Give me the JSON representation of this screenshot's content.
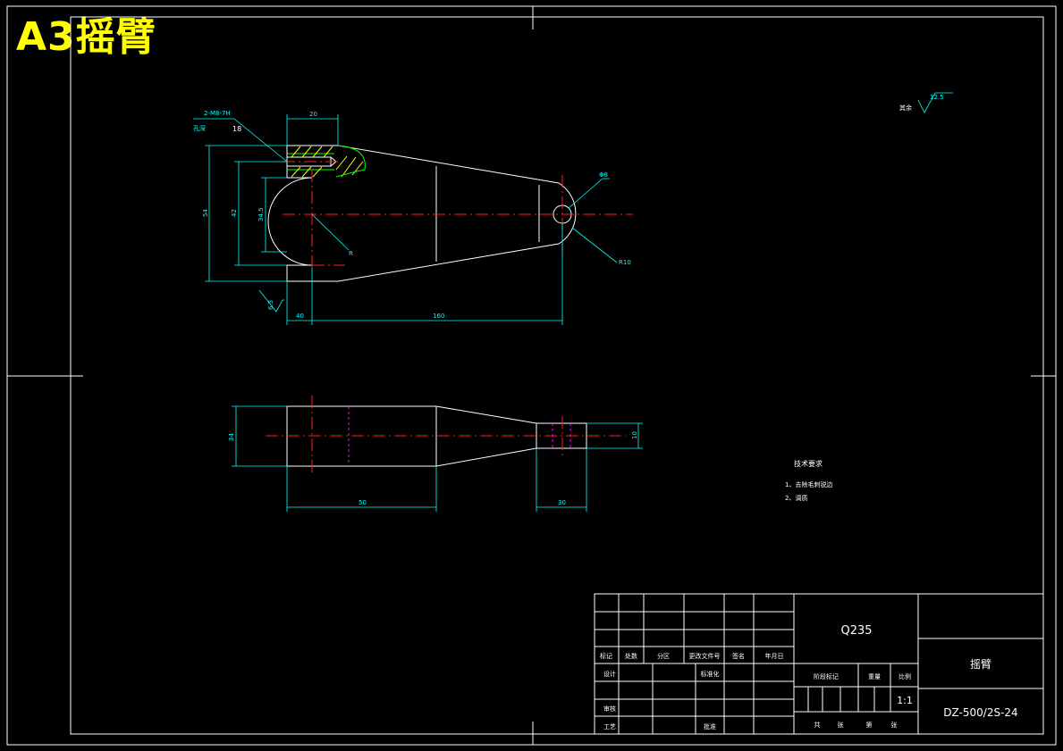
{
  "sheet_title": "A3摇臂",
  "roughness": {
    "label": "其余",
    "value": "12.5"
  },
  "front_view": {
    "thread_callout": "2-M8-7H",
    "thread_depth_label": "孔深",
    "thread_depth_value": "18",
    "dim_top": "20",
    "dim_overall_height": "54",
    "dim_height_2": "42",
    "dim_bore": "34.5",
    "dim_hole": "Φ8",
    "dim_radius_left": "R",
    "dim_radius_right": "R10",
    "dim_left": "40",
    "dim_length": "160",
    "dim_roughness": "6.3"
  },
  "side_view": {
    "dim_height": "34",
    "dim_end": "10",
    "dim_bottom_left": "50",
    "dim_bottom_right": "30"
  },
  "notes": {
    "title": "技术要求",
    "items": [
      "1、去除毛刺锐边",
      "2、调质"
    ]
  },
  "title_block": {
    "material": "Q235",
    "part_name": "摇臂",
    "drawing_number": "DZ-500/2S-24",
    "scale": "1:1",
    "rev_headers": [
      "标记",
      "处数",
      "分区",
      "更改文件号",
      "签名",
      "年月日"
    ],
    "left_labels": [
      "设计",
      "标准化",
      "审核",
      "工艺",
      "批准"
    ],
    "stage_headers": [
      "阶段标记",
      "重量",
      "比例"
    ],
    "bottom_labels": [
      "共",
      "张",
      "第",
      "张"
    ]
  }
}
